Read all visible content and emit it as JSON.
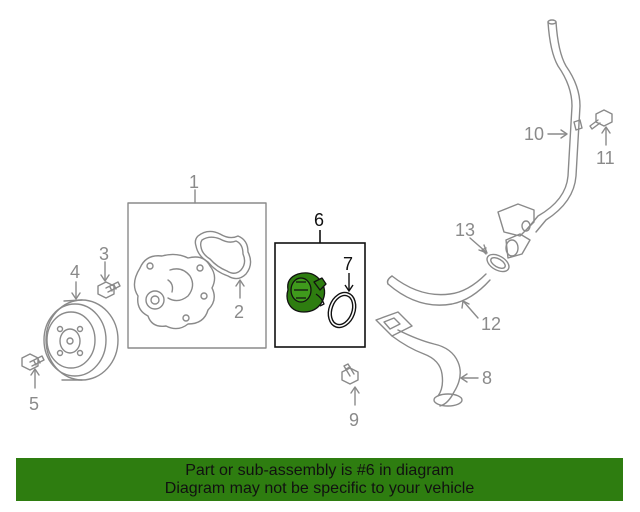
{
  "callouts": {
    "c1": "1",
    "c2": "2",
    "c3": "3",
    "c4": "4",
    "c5": "5",
    "c6": "6",
    "c7": "7",
    "c8": "8",
    "c9": "9",
    "c10": "10",
    "c11": "11",
    "c12": "12",
    "c13": "13"
  },
  "banner": {
    "line1": "Part or sub-assembly is #6 in diagram",
    "line2": "Diagram may not be specific to your vehicle"
  },
  "colors": {
    "highlight_part": "#2e7d10",
    "banner_background": "#2e7d10",
    "line_art": "#8a8a8a"
  }
}
